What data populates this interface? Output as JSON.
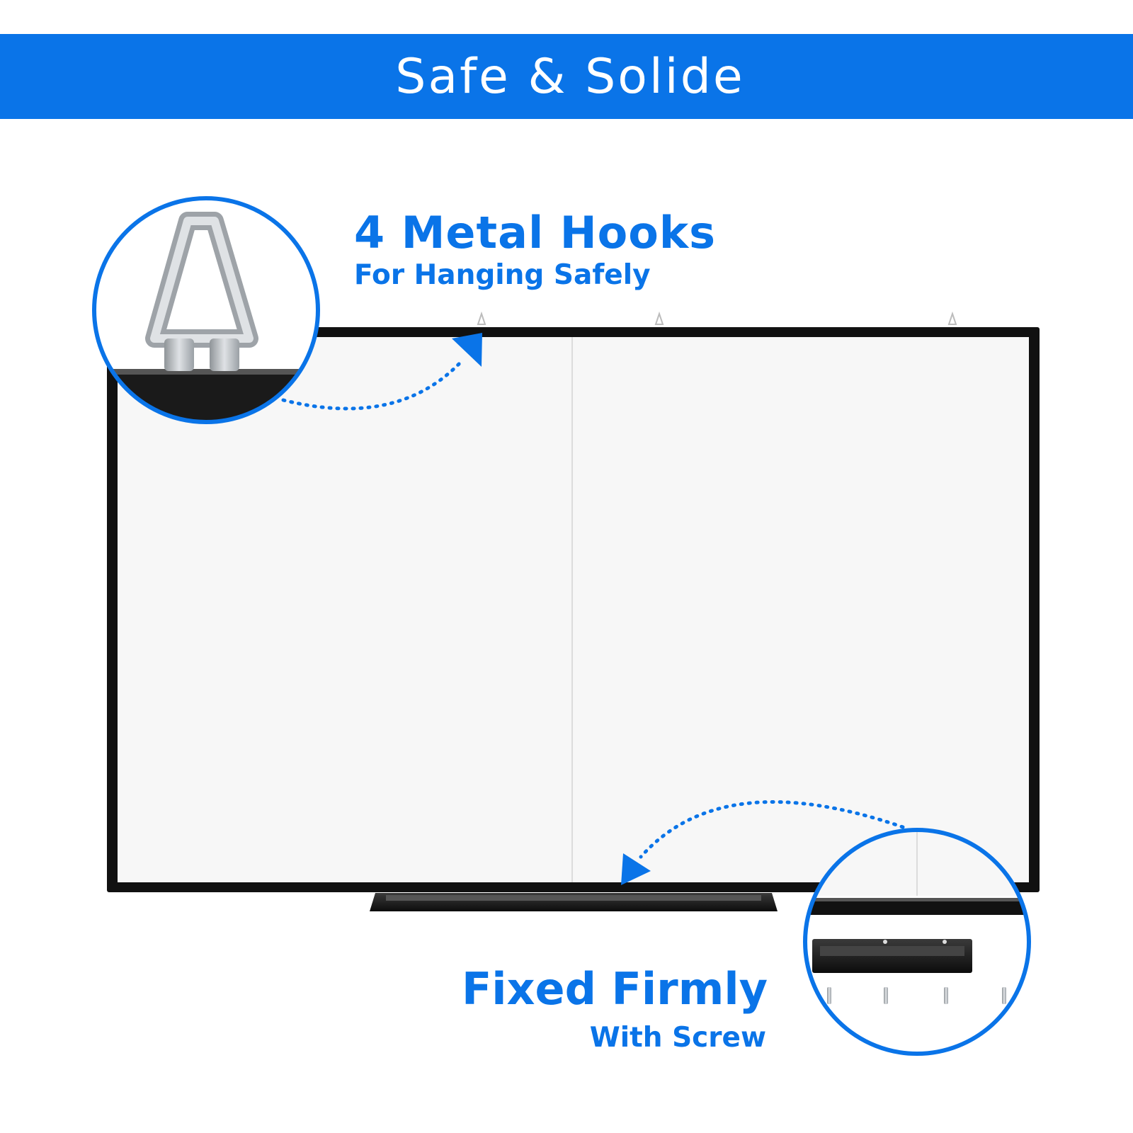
{
  "banner": {
    "title": "Safe & Solide"
  },
  "hooks_callout": {
    "title": "4 Metal Hooks",
    "subtitle": "For Hanging Safely"
  },
  "screw_callout": {
    "title": "Fixed Firmly",
    "subtitle": "With Screw"
  },
  "colors": {
    "accent": "#0a74e8",
    "frame": "#111111",
    "board": "#f7f7f7"
  },
  "icons": [
    "triangle-hook-icon",
    "screw-icon",
    "arrow-icon"
  ]
}
